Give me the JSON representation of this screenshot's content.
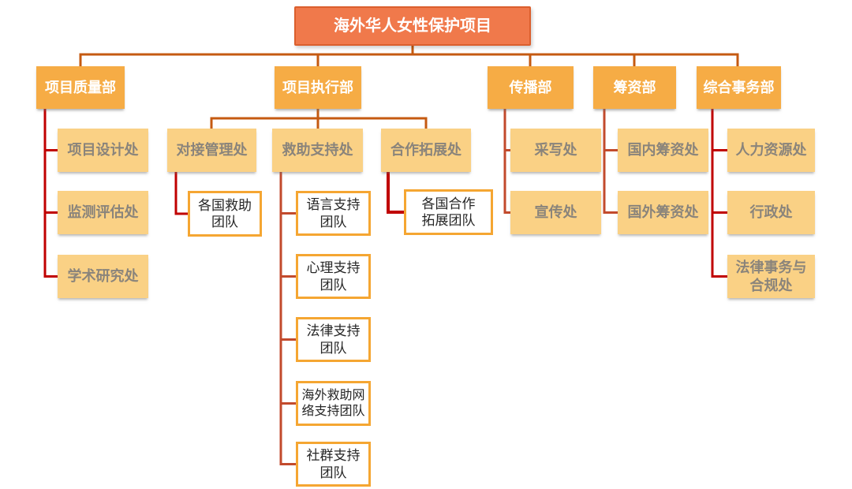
{
  "org": {
    "root": "海外华人女性保护项目",
    "departments": [
      {
        "name": "项目质量部",
        "offices": [
          {
            "name": "项目设计处"
          },
          {
            "name": "监测评估处"
          },
          {
            "name": "学术研究处"
          }
        ]
      },
      {
        "name": "项目执行部",
        "offices": [
          {
            "name": "对接管理处",
            "teams": [
              "各国救助团队"
            ]
          },
          {
            "name": "救助支持处",
            "teams": [
              "语言支持团队",
              "心理支持团队",
              "法律支持团队",
              "海外救助网络支持团队",
              "社群支持团队"
            ]
          },
          {
            "name": "合作拓展处",
            "teams": [
              "各国合作拓展团队"
            ]
          }
        ]
      },
      {
        "name": "传播部",
        "offices": [
          {
            "name": "采写处"
          },
          {
            "name": "宣传处"
          }
        ]
      },
      {
        "name": "筹资部",
        "offices": [
          {
            "name": "国内筹资处"
          },
          {
            "name": "国外筹资处"
          }
        ]
      },
      {
        "name": "综合事务部",
        "offices": [
          {
            "name": "人力资源处"
          },
          {
            "name": "行政处"
          },
          {
            "name": "法律事务与合规处"
          }
        ]
      }
    ]
  },
  "colors": {
    "root_fill": "#F0794B",
    "root_border": "#DB5F2D",
    "department_fill": "#F6AC45",
    "office_fill": "#FAD185",
    "team_border": "#F5A632",
    "connector_orange": "#C55A11",
    "connector_red": "#C00000",
    "connector_brick": "#C24A2C",
    "text_on_orange": "#FFFFFF",
    "office_text": "#8A847B",
    "team_text": "#262626"
  }
}
